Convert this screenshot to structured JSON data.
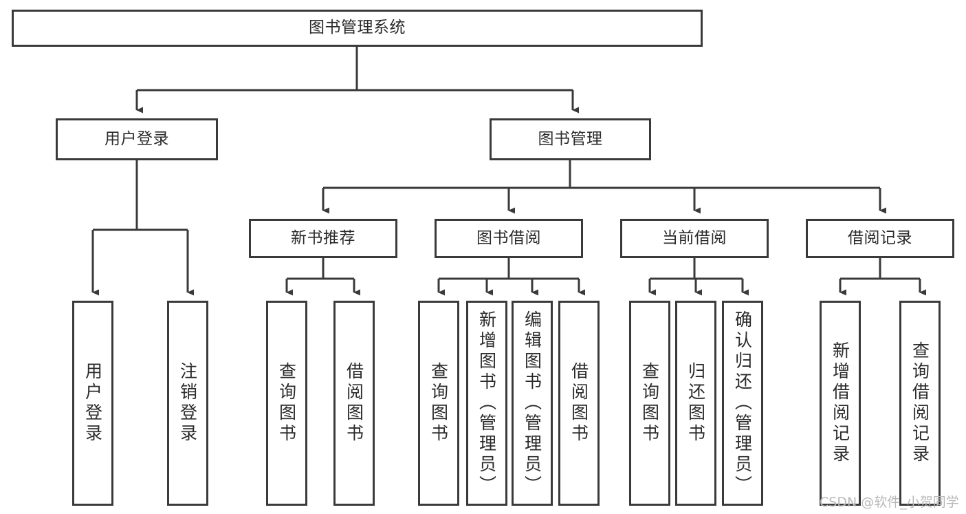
{
  "diagram": {
    "title": "图书管理系统",
    "type": "tree-hierarchy-diagram",
    "root": {
      "label": "图书管理系统"
    },
    "level2": [
      {
        "label": "用户登录"
      },
      {
        "label": "图书管理"
      }
    ],
    "level3": [
      {
        "label": "新书推荐"
      },
      {
        "label": "图书借阅"
      },
      {
        "label": "当前借阅"
      },
      {
        "label": "借阅记录"
      }
    ],
    "leaves_user_login": [
      {
        "label": "用户登录"
      },
      {
        "label": "注销登录"
      }
    ],
    "leaves_new_book": [
      {
        "label": "查询图书"
      },
      {
        "label": "借阅图书"
      }
    ],
    "leaves_borrow": [
      {
        "label": "查询图书"
      },
      {
        "label": "新增图书（管理员）"
      },
      {
        "label": "编辑图书（管理员）"
      },
      {
        "label": "借阅图书"
      }
    ],
    "leaves_current": [
      {
        "label": "查询图书"
      },
      {
        "label": "归还图书"
      },
      {
        "label": "确认归还（管理员）"
      }
    ],
    "leaves_records": [
      {
        "label": "新增借阅记录"
      },
      {
        "label": "查询借阅记录"
      }
    ],
    "watermark": "CSDN @软件_小贺同学",
    "colors": {
      "border": "#3a3a3a",
      "text": "#2b2b2b",
      "background": "#ffffff",
      "watermark": "#b9b9b9"
    }
  }
}
